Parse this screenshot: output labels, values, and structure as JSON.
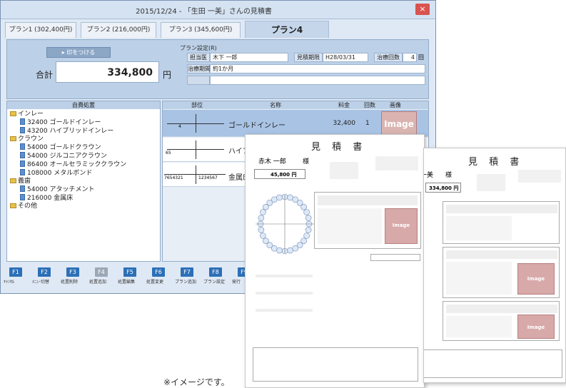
{
  "window": {
    "title": "2015/12/24 - 「生田 一美」さんの見積書",
    "close_label": "×"
  },
  "tabs": [
    {
      "label": "プラン1 (302,400円)"
    },
    {
      "label": "プラン2 (216,000円)"
    },
    {
      "label": "プラン3 (345,600円)"
    },
    {
      "label": "プラン4"
    }
  ],
  "summary": {
    "print_button": "▸ 印をつける",
    "total_label": "合計",
    "total_value": "334,800",
    "currency": "円"
  },
  "plan_settings": {
    "section_label": "プラン設定(R)",
    "doctor_label": "担当医",
    "doctor_value": "木下 一郎",
    "estimate_date_label": "見積期限",
    "estimate_date_value": "H28/03/31",
    "treatment_count_label": "治療回数",
    "treatment_count_value": "4",
    "treatment_count_unit": "回",
    "period_label": "治療期間",
    "period_value": "約1か月"
  },
  "tree": {
    "header": "自費処置",
    "items": [
      {
        "label": "インレー",
        "type": "folder"
      },
      {
        "label": "32400 ゴールドインレー",
        "type": "doc"
      },
      {
        "label": "43200 ハイブリッドインレー",
        "type": "doc"
      },
      {
        "label": "クラウン",
        "type": "folder"
      },
      {
        "label": "54000 ゴールドクラウン",
        "type": "doc"
      },
      {
        "label": "54000 ジルコニアクラウン",
        "type": "doc"
      },
      {
        "label": "86400 オールセラミッククラウン",
        "type": "doc"
      },
      {
        "label": "108000 メタルボンド",
        "type": "doc"
      },
      {
        "label": "義歯",
        "type": "folder"
      },
      {
        "label": "54000 アタッチメント",
        "type": "doc"
      },
      {
        "label": "216000 金属床",
        "type": "doc"
      },
      {
        "label": "その他",
        "type": "folder"
      }
    ]
  },
  "list": {
    "headers": {
      "site": "部位",
      "name": "名称",
      "price": "料金",
      "count": "回数",
      "image": "画像"
    },
    "rows": [
      {
        "tooth_lower_left": "4",
        "name": "ゴールドインレー",
        "price": "32,400",
        "count": "1",
        "image": "Image"
      },
      {
        "tooth_lower_left": "65",
        "name": "ハイブリ",
        "price": "",
        "count": "",
        "image": ""
      },
      {
        "tooth_lower_left": "7654321",
        "tooth_lower_right": "1234567",
        "name": "金属床",
        "price": "",
        "count": "",
        "image": ""
      }
    ]
  },
  "fkeys": [
    {
      "key": "F1",
      "label": "ｷｬﾝｾﾙ",
      "enabled": true
    },
    {
      "key": "F2",
      "label": "ﾒﾆｭｰ切替",
      "enabled": true
    },
    {
      "key": "F3",
      "label": "処置削除",
      "enabled": true
    },
    {
      "key": "F4",
      "label": "処置追加",
      "enabled": false
    },
    {
      "key": "F5",
      "label": "処置編集",
      "enabled": true
    },
    {
      "key": "F6",
      "label": "処置変更",
      "enabled": true
    },
    {
      "key": "F7",
      "label": "プラン追加",
      "enabled": true
    },
    {
      "key": "F8",
      "label": "プラン設定",
      "enabled": true
    },
    {
      "key": "F9",
      "label": "発行",
      "enabled": true
    }
  ],
  "paper1": {
    "title": "見 積 書",
    "patient": "赤木 一郎",
    "honorific": "様",
    "amount": "45,800 円",
    "image_label": "Image"
  },
  "paper2": {
    "title": "見 積 書",
    "patient": "生田 一美",
    "honorific": "様",
    "amount": "334,800 円",
    "image_labels": [
      "Image",
      "Image"
    ]
  },
  "caption": "※イメージです。"
}
